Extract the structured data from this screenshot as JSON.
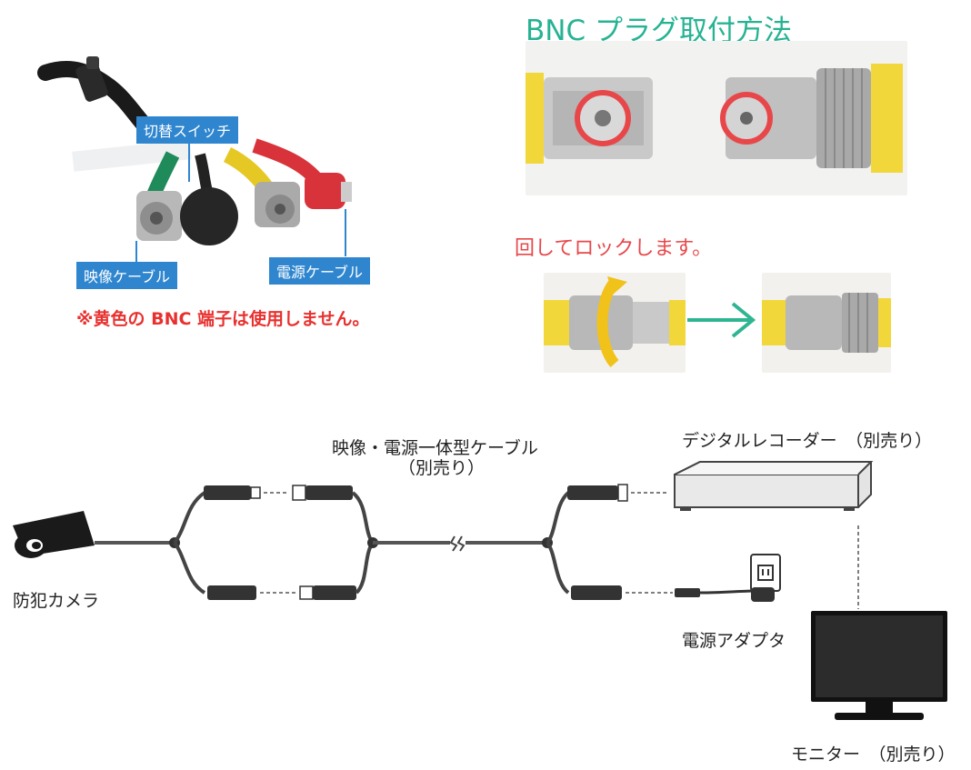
{
  "cable_photo": {
    "switch_label": "切替スイッチ",
    "video_label": "映像ケーブル",
    "power_label": "電源ケーブル",
    "note": "※黄色の BNC 端子は使用しません。"
  },
  "bnc_guide": {
    "title": "BNC プラグ取付方法",
    "rotate_text": "回してロックします。"
  },
  "wiring": {
    "cable_name": "映像・電源一体型ケーブル",
    "cable_sold_separately": "（別売り）",
    "camera": "防犯カメラ",
    "recorder": "デジタルレコーダー　（別売り）",
    "adapter": "電源アダプタ",
    "monitor": "モニター　（別売り）"
  },
  "colors": {
    "teal_title": "#27b393",
    "callout_blue": "#2f86cf",
    "note_red": "#e8312f",
    "rotate_red": "#e8474a",
    "arrow_green": "#2fb592",
    "yellow_cable": "#f2d73b"
  }
}
